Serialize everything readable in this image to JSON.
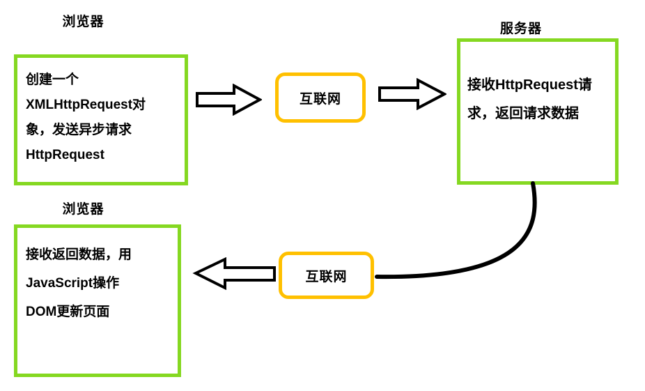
{
  "diagram": {
    "nodes": {
      "browser_top": {
        "label": "浏览器",
        "lines": [
          "创建一个",
          "XMLHttpRequest对",
          "象，发送异步请求",
          "HttpRequest"
        ]
      },
      "internet_top": {
        "label": "互联网"
      },
      "server": {
        "label": "服务器",
        "lines": [
          "接收HttpRequest请",
          "求，返回请求数据"
        ]
      },
      "internet_bottom": {
        "label": "互联网"
      },
      "browser_bottom": {
        "label": "浏览器",
        "lines": [
          "接收返回数据，用",
          "JavaScript操作",
          "DOM更新页面"
        ]
      }
    },
    "colors": {
      "box_border_green": "#85d821",
      "internet_border_orange": "#ffc000",
      "arrow_outline": "#000000",
      "text": "#000000",
      "background": "#ffffff"
    }
  }
}
